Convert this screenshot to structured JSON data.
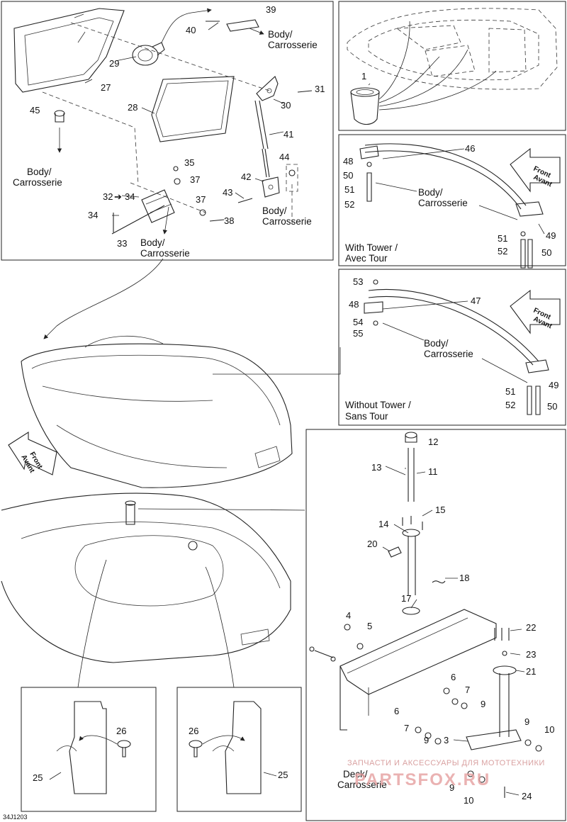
{
  "diagram": {
    "code": "34J1203",
    "watermark_line": "ЗАПЧАСТИ И АКСЕССУАРЫ ДЛЯ МОТОТЕХНИКИ",
    "watermark_brand": "PARTSFOX.RU",
    "words": {
      "body": "Body/",
      "carrosserie": "Carrosserie",
      "deck": "Deck/",
      "front": "Front",
      "avant": "Avant",
      "with_tower": "With Tower /",
      "avec_tour": "Avec Tour",
      "without_tower": "Without Tower /",
      "sans_tour": "Sans Tour"
    },
    "labels": {
      "p1": "1",
      "p3": "3",
      "p4": "4",
      "p5": "5",
      "p6": "6",
      "p7": "7",
      "p9": "9",
      "p10": "10",
      "p11": "11",
      "p12": "12",
      "p13": "13",
      "p14": "14",
      "p15": "15",
      "p17": "17",
      "p18": "18",
      "p20": "20",
      "p21": "21",
      "p22": "22",
      "p23": "23",
      "p24": "24",
      "p25": "25",
      "p26": "26",
      "p27": "27",
      "p28": "28",
      "p29": "29",
      "p30": "30",
      "p31": "31",
      "p32": "32",
      "p33": "33",
      "p34": "34",
      "p35": "35",
      "p37": "37",
      "p38": "38",
      "p39": "39",
      "p40": "40",
      "p41": "41",
      "p42": "42",
      "p43": "43",
      "p44": "44",
      "p45": "45",
      "p46": "46",
      "p47": "47",
      "p48": "48",
      "p49": "49",
      "p50": "50",
      "p51": "51",
      "p52": "52",
      "p53": "53",
      "p54": "54",
      "p55": "55"
    }
  }
}
